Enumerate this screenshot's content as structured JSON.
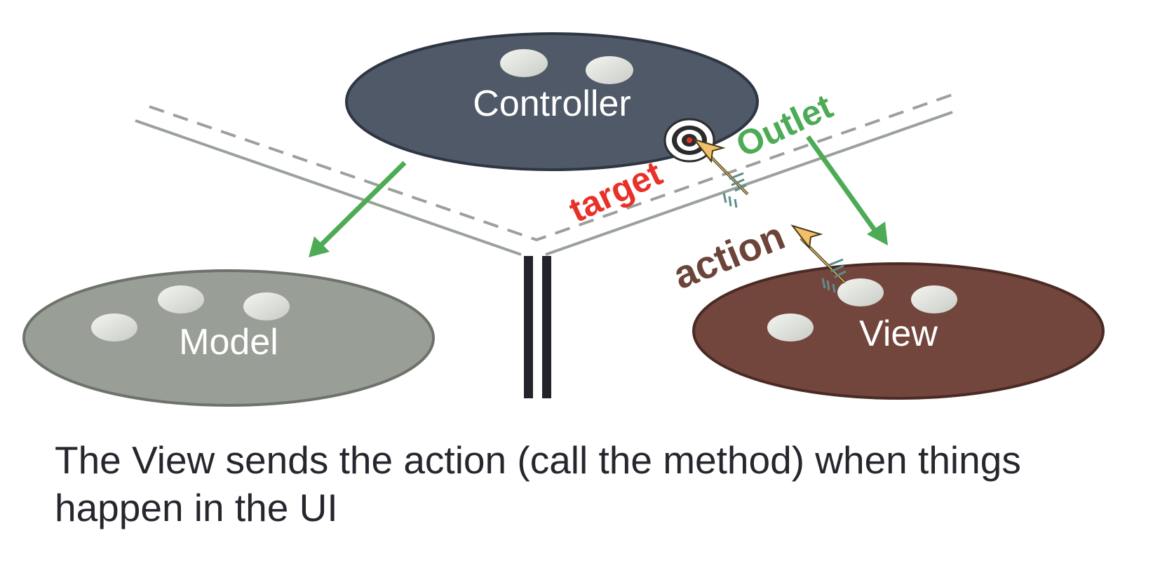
{
  "nodes": {
    "controller": {
      "label": "Controller",
      "color": "#4f5967"
    },
    "model": {
      "label": "Model",
      "color": "#999f97"
    },
    "view": {
      "label": "View",
      "color": "#73463d"
    }
  },
  "connectors": {
    "target": {
      "label": "target",
      "color": "#e8312a"
    },
    "outlet": {
      "label": "Outlet",
      "color": "#4dab56"
    },
    "action": {
      "label": "action",
      "color": "#6c4439"
    }
  },
  "caption": "The View sends the action (call the method) when things happen in the UI"
}
